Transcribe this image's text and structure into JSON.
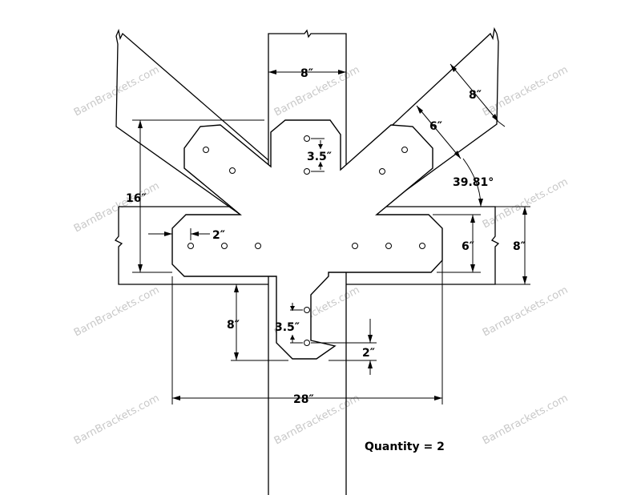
{
  "watermark": "BarnBrackets.com",
  "dimensions": {
    "post_width_top": "8″",
    "brace_width": "8″",
    "brace_leg": "6″",
    "hole_spacing_top": "3.5″",
    "angle": "39.81°",
    "height_total": "16″",
    "hole_edge_left": "2″",
    "beam_leg": "6″",
    "beam_depth": "8″",
    "bottom_leg": "8″",
    "hole_spacing_bottom": "3.5″",
    "hole_edge_bottom": "2″",
    "overall_width": "28″"
  },
  "quantity_label": "Quantity = 2"
}
